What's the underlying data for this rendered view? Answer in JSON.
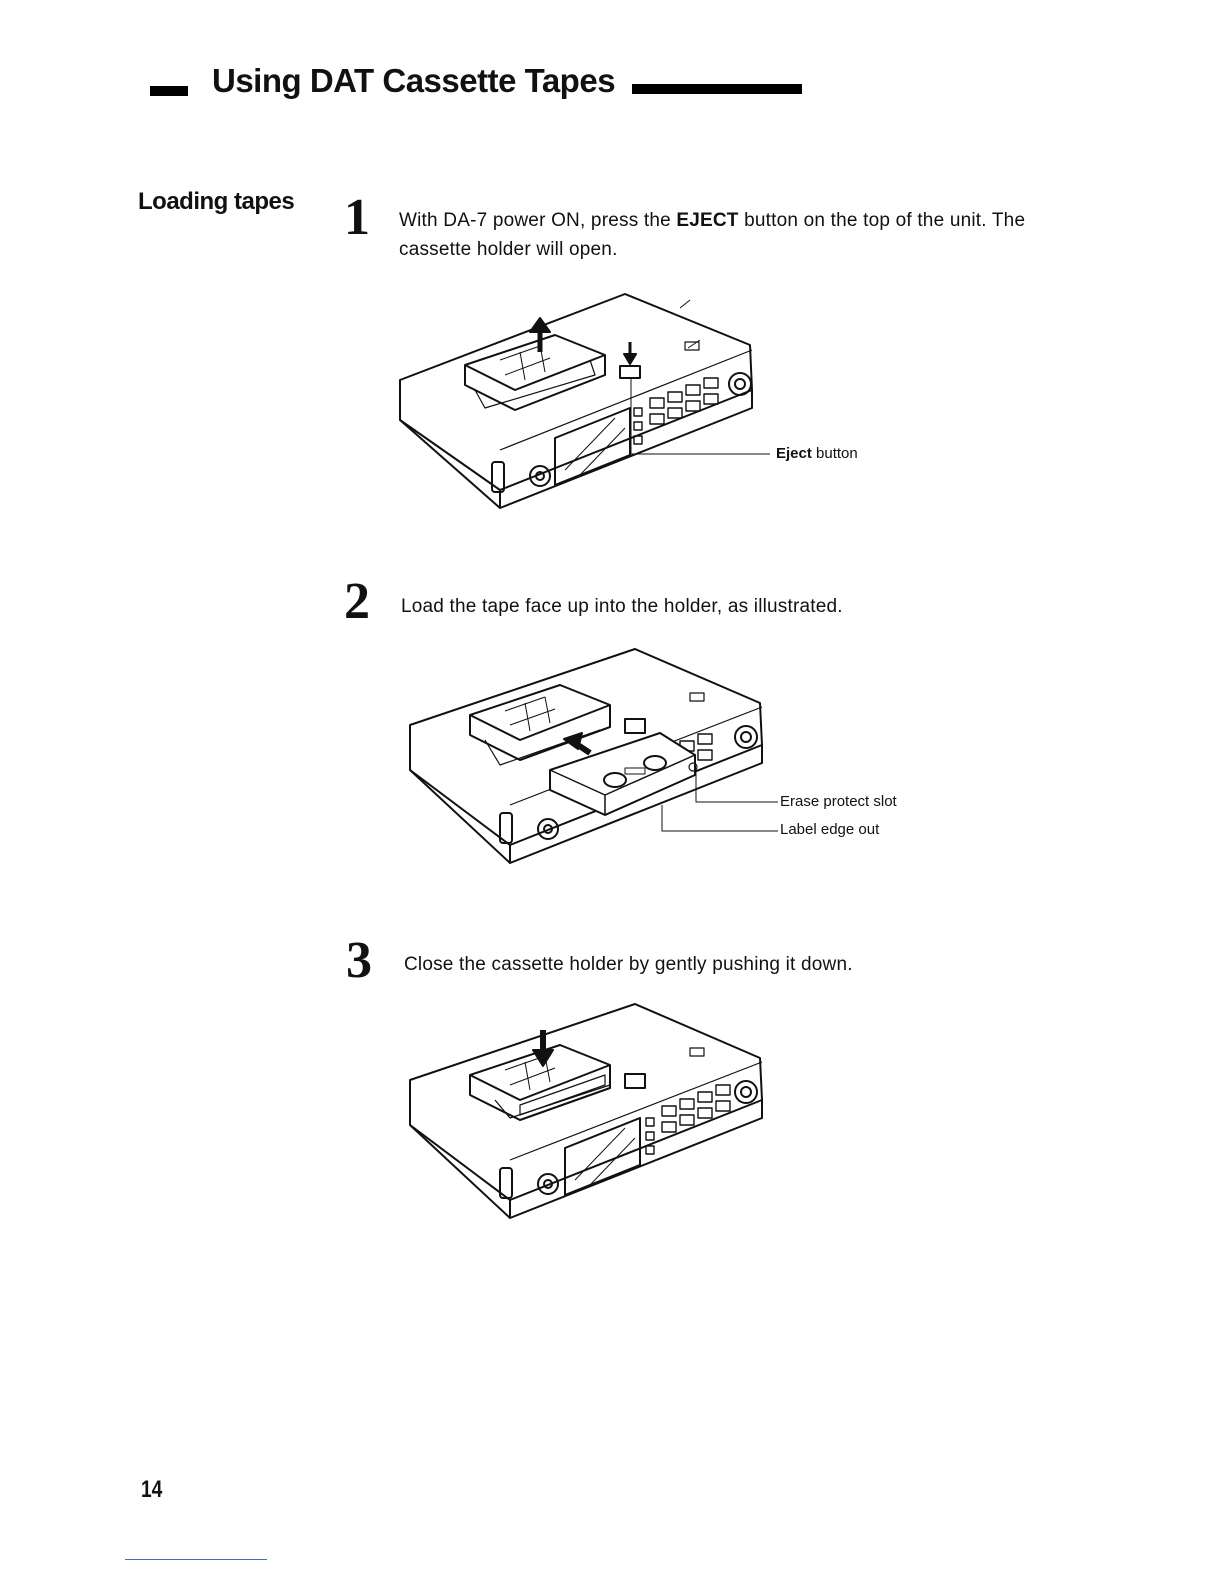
{
  "page": {
    "title": "Using DAT Cassette Tapes",
    "section": "Loading tapes",
    "page_number": "14"
  },
  "steps": [
    {
      "number": "1",
      "text_before": "With DA-7 power ON, press the ",
      "bold": "EJECT",
      "text_after": " button on the top of the unit. The cassette holder will open.",
      "callouts": [
        {
          "bold": "Eject",
          "text": " button"
        }
      ]
    },
    {
      "number": "2",
      "text": "Load the tape face up into the holder, as illustrated.",
      "callouts": [
        {
          "text": "Erase protect slot"
        },
        {
          "text": "Label edge out"
        }
      ]
    },
    {
      "number": "3",
      "text": "Close the cassette holder by gently pushing it down."
    }
  ]
}
